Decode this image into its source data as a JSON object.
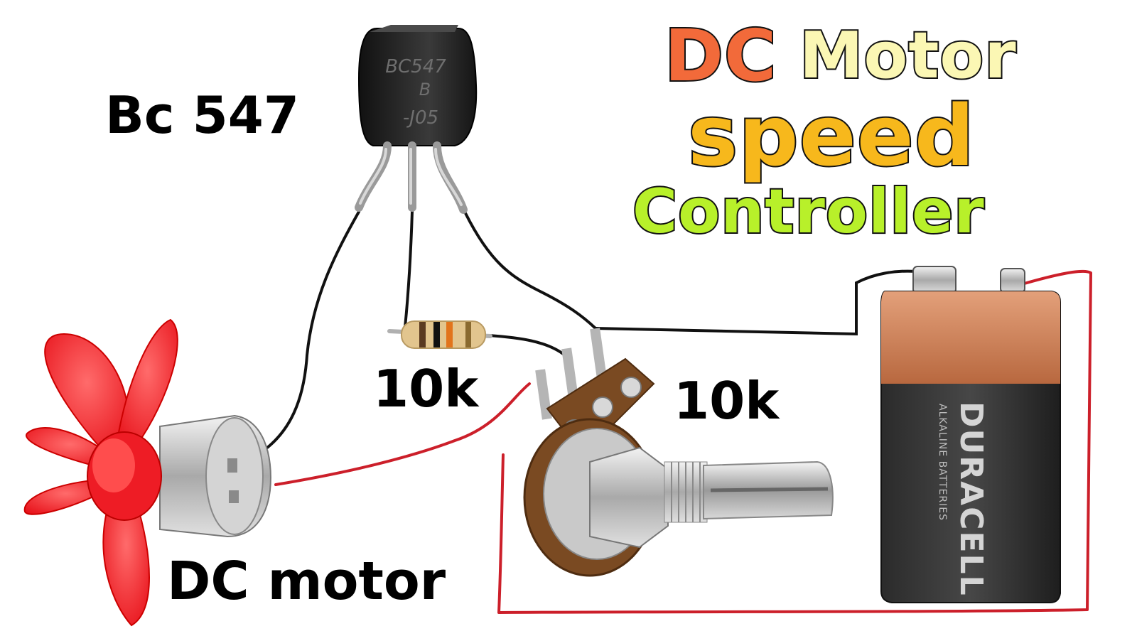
{
  "title": {
    "word_dc": "DC",
    "word_motor": "Motor",
    "word_speed": "speed",
    "word_controller": "Controller",
    "colors": {
      "dc": "#f26a3a",
      "motor": "#fbf7b4",
      "speed": "#f7b81c",
      "controller": "#b8f02a"
    }
  },
  "labels": {
    "transistor": "Bc 547",
    "resistor": "10k",
    "potentiometer": "10k",
    "motor": "DC motor"
  },
  "components": {
    "transistor_marking": [
      "BC547",
      "B",
      "-J05"
    ],
    "battery_brand": "DURACELL",
    "battery_subtitle": "ALKALINE BATTERIES"
  },
  "wire_colors": {
    "black": "#111111",
    "red": "#cc1f2a"
  },
  "icons": [
    "fan-icon",
    "motor-icon",
    "transistor-icon",
    "resistor-icon",
    "potentiometer-icon",
    "battery-icon"
  ]
}
